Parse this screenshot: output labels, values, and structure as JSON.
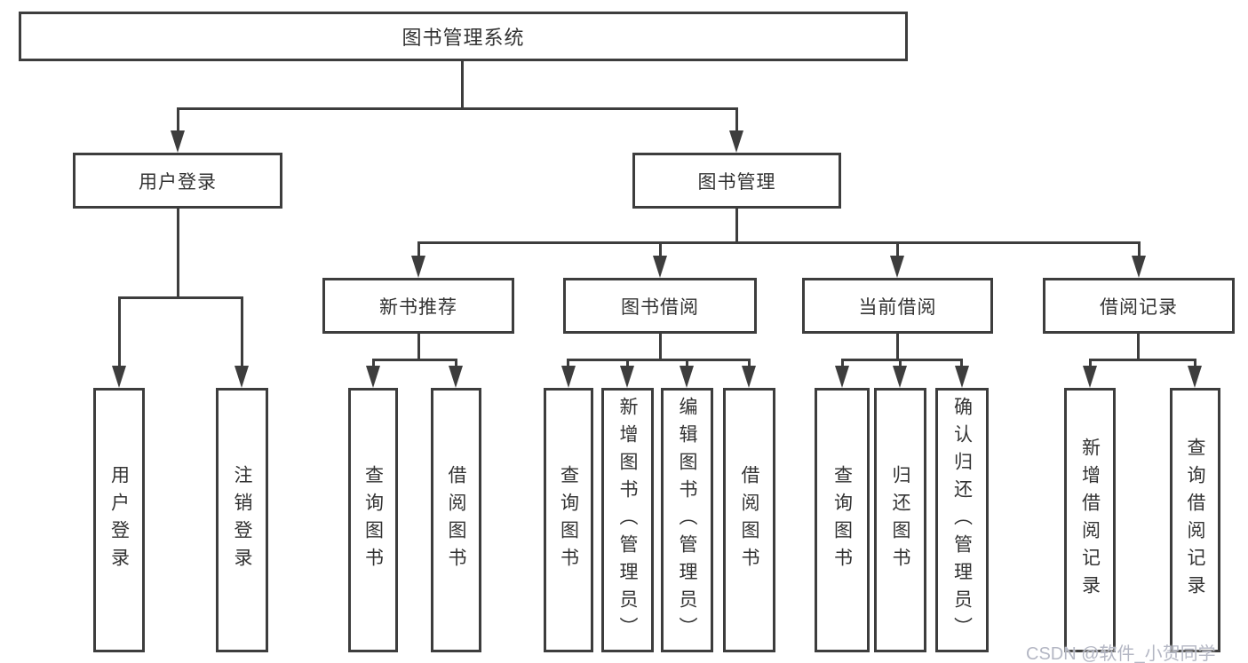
{
  "tree": {
    "root": "图书管理系统",
    "branches": [
      {
        "label": "用户登录",
        "children": [
          "用户登录",
          "注销登录"
        ]
      },
      {
        "label": "图书管理",
        "sections": [
          {
            "label": "新书推荐",
            "children": [
              "查询图书",
              "借阅图书"
            ]
          },
          {
            "label": "图书借阅",
            "children": [
              "查询图书",
              "新增图书（管理员）",
              "编辑图书（管理员）",
              "借阅图书"
            ]
          },
          {
            "label": "当前借阅",
            "children": [
              "查询图书",
              "归还图书",
              "确认归还（管理员）"
            ]
          },
          {
            "label": "借阅记录",
            "children": [
              "新增借阅记录",
              "查询借阅记录"
            ]
          }
        ]
      }
    ]
  },
  "watermark": "CSDN @软件_小贺同学",
  "colors": {
    "line": "#3d3d3d",
    "text": "#333333",
    "watermark": "#b4b7c4",
    "background": "#ffffff"
  }
}
